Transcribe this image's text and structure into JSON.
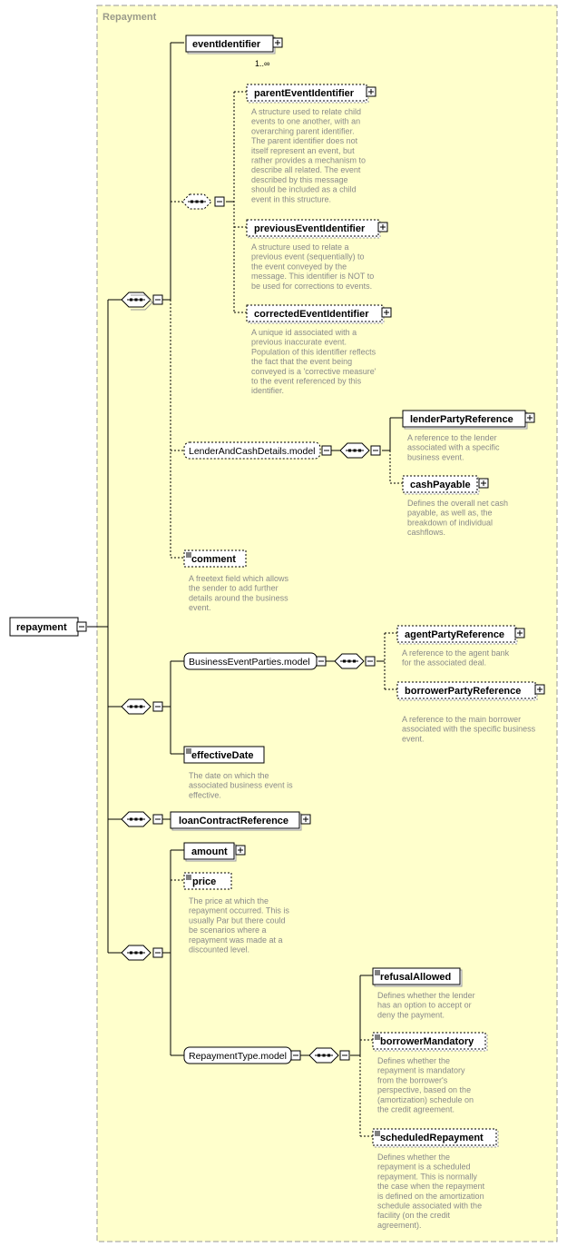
{
  "group": {
    "title": "Repayment"
  },
  "root": {
    "label": "repayment"
  },
  "elements": {
    "eventIdentifier": {
      "label": "eventIdentifier",
      "cardinality": "1..∞"
    },
    "parentEventIdentifier": {
      "label": "parentEventIdentifier",
      "desc": [
        "A structure used to relate child",
        "events to one another, with an",
        "overarching parent identifier.",
        "The parent identifier does not",
        "itself represent an event, but",
        "rather provides a mechanism to",
        "describe all related. The event",
        "described by this message",
        "should be included as a child",
        "event in this structure."
      ]
    },
    "previousEventIdentifier": {
      "label": "previousEventIdentifier",
      "desc": [
        "A structure used to relate a",
        "previous event (sequentially) to",
        "the event conveyed by the",
        "message. This identifier is NOT to",
        "be used for corrections to events."
      ]
    },
    "correctedEventIdentifier": {
      "label": "correctedEventIdentifier",
      "desc": [
        "A unique id associated with a",
        "previous inaccurate event.",
        "Population of this identifier reflects",
        "the fact that the event being",
        "conveyed is a 'corrective measure'",
        "to the event referenced by this",
        "identifier."
      ]
    },
    "lenderAndCashDetails": {
      "label": "LenderAndCashDetails.model"
    },
    "lenderPartyReference": {
      "label": "lenderPartyReference",
      "desc": [
        "A reference to the lender",
        "associated with a specific",
        "business event."
      ]
    },
    "cashPayable": {
      "label": "cashPayable",
      "desc": [
        "Defines the overall net cash",
        "payable, as well as, the",
        "breakdown of individual",
        "cashflows."
      ]
    },
    "comment": {
      "label": "comment",
      "desc": [
        "A freetext field which allows",
        "the sender to add further",
        "details around the business",
        "event."
      ]
    },
    "businessEventParties": {
      "label": "BusinessEventParties.model"
    },
    "agentPartyReference": {
      "label": "agentPartyReference",
      "desc": [
        "A reference to the agent bank",
        "for the associated deal."
      ]
    },
    "borrowerPartyReference": {
      "label": "borrowerPartyReference",
      "desc": [
        "A reference to the main borrower",
        "associated with the specific business",
        "event."
      ]
    },
    "effectiveDate": {
      "label": "effectiveDate",
      "desc": [
        "The date on which the",
        "associated business event is",
        "effective."
      ]
    },
    "loanContractReference": {
      "label": "loanContractReference"
    },
    "amount": {
      "label": "amount"
    },
    "price": {
      "label": "price",
      "desc": [
        "The price at which the",
        "repayment occurred. This is",
        "usually Par but there could",
        "be scenarios where a",
        "repayment was made at a",
        "discounted level."
      ]
    },
    "repaymentType": {
      "label": "RepaymentType.model"
    },
    "refusalAllowed": {
      "label": "refusalAllowed",
      "desc": [
        "Defines whether the lender",
        "has an option to accept or",
        "deny the payment."
      ]
    },
    "borrowerMandatory": {
      "label": "borrowerMandatory",
      "desc": [
        "Defines whether the",
        "repayment is mandatory",
        "from the borrower's",
        "perspective, based on the",
        "(amortization) schedule on",
        "the credit agreement."
      ]
    },
    "scheduledRepayment": {
      "label": "scheduledRepayment",
      "desc": [
        "Defines whether the",
        "repayment is a scheduled",
        "repayment. This is normally",
        "the case when the repayment",
        "is defined on the amortization",
        "schedule associated with the",
        "facility (on the credit",
        "agreement)."
      ]
    }
  }
}
